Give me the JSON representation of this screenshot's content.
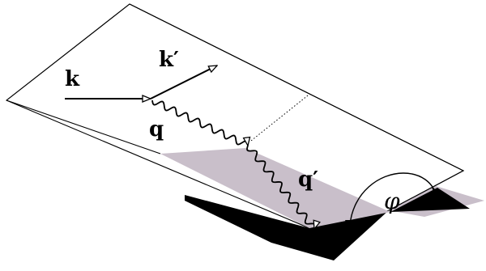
{
  "diagram": {
    "labels": {
      "k": "k",
      "k_prime": "k′",
      "q": "q",
      "q_prime": "q′",
      "phi": "φ"
    },
    "colors": {
      "lepton_plane_fill": "#ffffff",
      "outline": "#000000",
      "hadron_plane_fill": "#c9bfca",
      "hadron_plane_shadow": "#000000",
      "background": "#ffffff"
    }
  }
}
